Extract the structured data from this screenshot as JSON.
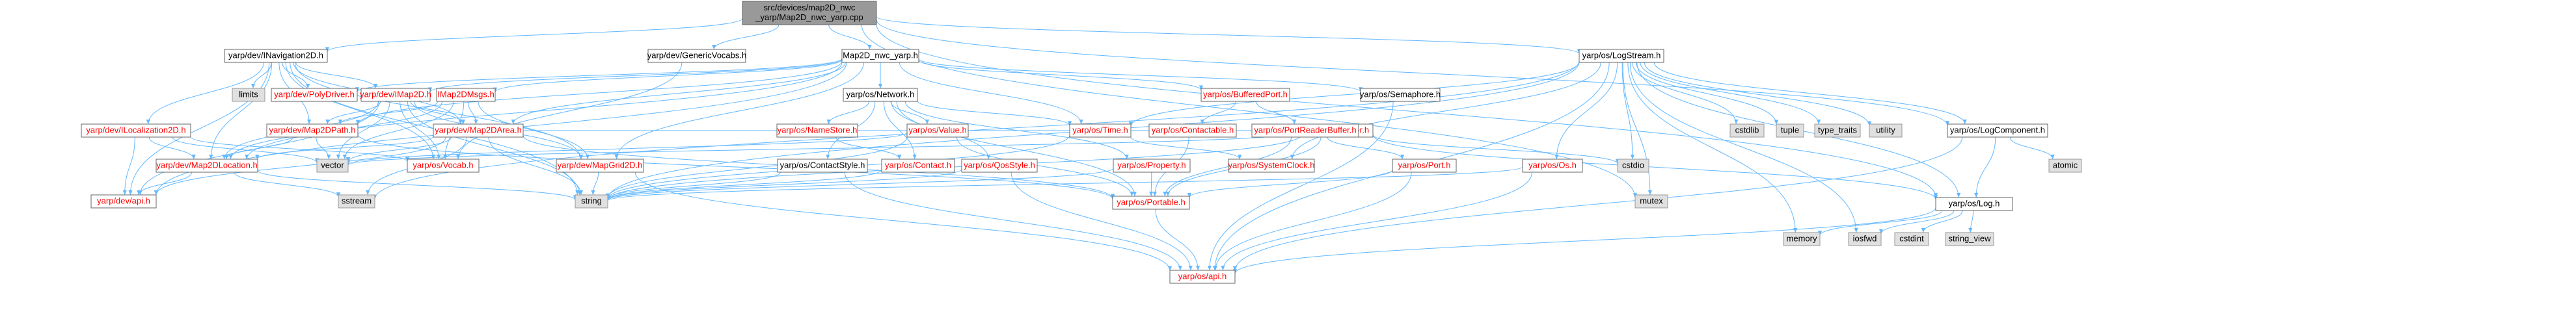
{
  "colors": {
    "edge": "#63b8ff",
    "root_fill": "#999999",
    "root_stroke": "#666666",
    "local_fill": "#ffffff",
    "local_stroke": "#666666",
    "red_text": "#ff0000",
    "black_text": "#000000",
    "external_fill": "#e0e0e0",
    "external_stroke": "#999999"
  },
  "nodes": [
    {
      "id": "root",
      "kind": "root",
      "label": [
        "src/devices/map2D_nwc",
        "_yarp/Map2D_nwc_yarp.cpp"
      ]
    },
    {
      "id": "inav",
      "kind": "local",
      "label": [
        "yarp/dev/INavigation2D.h"
      ]
    },
    {
      "id": "genvocabs",
      "kind": "local",
      "label": [
        "yarp/dev/GenericVocabs.h"
      ]
    },
    {
      "id": "map2dnwc",
      "kind": "local",
      "label": [
        "Map2D_nwc_yarp.h"
      ]
    },
    {
      "id": "logstream",
      "kind": "local",
      "label": [
        "yarp/os/LogStream.h"
      ]
    },
    {
      "id": "limits",
      "kind": "external",
      "label": [
        "limits"
      ]
    },
    {
      "id": "polydriver",
      "kind": "red",
      "label": [
        "yarp/dev/PolyDriver.h"
      ]
    },
    {
      "id": "imap2d",
      "kind": "red",
      "label": [
        "yarp/dev/IMap2D.h"
      ]
    },
    {
      "id": "imap2dmsgs",
      "kind": "red",
      "label": [
        "IMap2DMsgs.h"
      ]
    },
    {
      "id": "network",
      "kind": "local",
      "label": [
        "yarp/os/Network.h"
      ]
    },
    {
      "id": "bufferedport",
      "kind": "red",
      "label": [
        "yarp/os/BufferedPort.h"
      ]
    },
    {
      "id": "semaphore",
      "kind": "local",
      "label": [
        "yarp/os/Semaphore.h"
      ]
    },
    {
      "id": "ilocalization",
      "kind": "red",
      "label": [
        "yarp/dev/ILocalization2D.h"
      ]
    },
    {
      "id": "map2dpath",
      "kind": "red",
      "label": [
        "yarp/dev/Map2DPath.h"
      ]
    },
    {
      "id": "map2darea",
      "kind": "red",
      "label": [
        "yarp/dev/Map2DArea.h"
      ]
    },
    {
      "id": "namestore",
      "kind": "red",
      "label": [
        "yarp/os/NameStore.h"
      ]
    },
    {
      "id": "value",
      "kind": "red",
      "label": [
        "yarp/os/Value.h"
      ]
    },
    {
      "id": "time",
      "kind": "red",
      "label": [
        "yarp/os/Time.h"
      ]
    },
    {
      "id": "contactable",
      "kind": "red",
      "label": [
        "yarp/os/Contactable.h"
      ]
    },
    {
      "id": "sigvector",
      "kind": "red",
      "label": [
        "yarp/sig/Vector.h"
      ]
    },
    {
      "id": "portreaderbuffer",
      "kind": "red",
      "label": [
        "yarp/os/PortReaderBuffer.h"
      ]
    },
    {
      "id": "cstdlib",
      "kind": "external",
      "label": [
        "cstdlib"
      ]
    },
    {
      "id": "tuple",
      "kind": "external",
      "label": [
        "tuple"
      ]
    },
    {
      "id": "type_traits",
      "kind": "external",
      "label": [
        "type_traits"
      ]
    },
    {
      "id": "utility",
      "kind": "external",
      "label": [
        "utility"
      ]
    },
    {
      "id": "logcomponent",
      "kind": "local",
      "label": [
        "yarp/os/LogComponent.h"
      ]
    },
    {
      "id": "map2dlocation",
      "kind": "red",
      "label": [
        "yarp/dev/Map2DLocation.h"
      ]
    },
    {
      "id": "vector",
      "kind": "external",
      "label": [
        "vector"
      ]
    },
    {
      "id": "vocab",
      "kind": "red",
      "label": [
        "yarp/os/Vocab.h"
      ]
    },
    {
      "id": "mapgrid2d",
      "kind": "red",
      "label": [
        "yarp/dev/MapGrid2D.h"
      ]
    },
    {
      "id": "contactstyle",
      "kind": "local",
      "label": [
        "yarp/os/ContactStyle.h"
      ]
    },
    {
      "id": "contact",
      "kind": "red",
      "label": [
        "yarp/os/Contact.h"
      ]
    },
    {
      "id": "qosstyle",
      "kind": "red",
      "label": [
        "yarp/os/QosStyle.h"
      ]
    },
    {
      "id": "property",
      "kind": "red",
      "label": [
        "yarp/os/Property.h"
      ]
    },
    {
      "id": "systemclock",
      "kind": "red",
      "label": [
        "yarp/os/SystemClock.h"
      ]
    },
    {
      "id": "port",
      "kind": "red",
      "label": [
        "yarp/os/Port.h"
      ]
    },
    {
      "id": "cstdio",
      "kind": "external",
      "label": [
        "cstdio"
      ]
    },
    {
      "id": "os",
      "kind": "red",
      "label": [
        "yarp/os/Os.h"
      ]
    },
    {
      "id": "log",
      "kind": "local",
      "label": [
        "yarp/os/Log.h"
      ]
    },
    {
      "id": "atomic",
      "kind": "external",
      "label": [
        "atomic"
      ]
    },
    {
      "id": "devapi",
      "kind": "red",
      "label": [
        "yarp/dev/api.h"
      ]
    },
    {
      "id": "sstream",
      "kind": "external",
      "label": [
        "sstream"
      ]
    },
    {
      "id": "string",
      "kind": "external",
      "label": [
        "string"
      ]
    },
    {
      "id": "portable",
      "kind": "red",
      "label": [
        "yarp/os/Portable.h"
      ]
    },
    {
      "id": "mutex",
      "kind": "external",
      "label": [
        "mutex"
      ]
    },
    {
      "id": "memory",
      "kind": "external",
      "label": [
        "memory"
      ]
    },
    {
      "id": "iosfwd",
      "kind": "external",
      "label": [
        "iosfwd"
      ]
    },
    {
      "id": "cstdint",
      "kind": "external",
      "label": [
        "cstdint"
      ]
    },
    {
      "id": "string_view",
      "kind": "external",
      "label": [
        "string_view"
      ]
    },
    {
      "id": "osapi",
      "kind": "red",
      "label": [
        "yarp/os/api.h"
      ]
    }
  ],
  "edges": [
    [
      "root",
      "inav"
    ],
    [
      "root",
      "genvocabs"
    ],
    [
      "root",
      "map2dnwc"
    ],
    [
      "root",
      "logstream"
    ],
    [
      "root",
      "log"
    ],
    [
      "root",
      "logcomponent"
    ],
    [
      "root",
      "mutex"
    ],
    [
      "inav",
      "limits"
    ],
    [
      "inav",
      "polydriver"
    ],
    [
      "inav",
      "imap2d"
    ],
    [
      "inav",
      "ilocalization"
    ],
    [
      "inav",
      "map2dpath"
    ],
    [
      "inav",
      "map2darea"
    ],
    [
      "inav",
      "map2dlocation"
    ],
    [
      "inav",
      "mapgrid2d"
    ],
    [
      "inav",
      "vocab"
    ],
    [
      "inav",
      "devapi"
    ],
    [
      "inav",
      "string"
    ],
    [
      "genvocabs",
      "vocab"
    ],
    [
      "map2dnwc",
      "imap2d"
    ],
    [
      "map2dnwc",
      "imap2dmsgs"
    ],
    [
      "map2dnwc",
      "network"
    ],
    [
      "map2dnwc",
      "bufferedport"
    ],
    [
      "map2dnwc",
      "semaphore"
    ],
    [
      "map2dnwc",
      "time"
    ],
    [
      "map2dnwc",
      "polydriver"
    ],
    [
      "map2dnwc",
      "mapgrid2d"
    ],
    [
      "map2dnwc",
      "map2dlocation"
    ],
    [
      "map2dnwc",
      "map2darea"
    ],
    [
      "map2dnwc",
      "map2dpath"
    ],
    [
      "map2dnwc",
      "devapi"
    ],
    [
      "imap2d",
      "map2dpath"
    ],
    [
      "imap2d",
      "map2darea"
    ],
    [
      "imap2d",
      "map2dlocation"
    ],
    [
      "imap2d",
      "mapgrid2d"
    ],
    [
      "imap2d",
      "vector"
    ],
    [
      "imap2d",
      "devapi"
    ],
    [
      "imap2d",
      "string"
    ],
    [
      "imap2d",
      "vocab"
    ],
    [
      "imap2dmsgs",
      "map2darea"
    ],
    [
      "imap2dmsgs",
      "map2dlocation"
    ],
    [
      "imap2dmsgs",
      "mapgrid2d"
    ],
    [
      "imap2dmsgs",
      "map2dpath"
    ],
    [
      "imap2dmsgs",
      "vocab"
    ],
    [
      "imap2dmsgs",
      "vector"
    ],
    [
      "network",
      "contactstyle"
    ],
    [
      "network",
      "namestore"
    ],
    [
      "network",
      "value"
    ],
    [
      "network",
      "contact"
    ],
    [
      "network",
      "portable"
    ],
    [
      "network",
      "qosstyle"
    ],
    [
      "network",
      "time"
    ],
    [
      "network",
      "property"
    ],
    [
      "bufferedport",
      "contactable"
    ],
    [
      "bufferedport",
      "portreaderbuffer"
    ],
    [
      "semaphore",
      "osapi"
    ],
    [
      "ilocalization",
      "map2dlocation"
    ],
    [
      "ilocalization",
      "devapi"
    ],
    [
      "ilocalization",
      "vector"
    ],
    [
      "ilocalization",
      "vocab"
    ],
    [
      "map2dpath",
      "map2dlocation"
    ],
    [
      "map2dpath",
      "vector"
    ],
    [
      "map2dpath",
      "portable"
    ],
    [
      "map2darea",
      "map2dlocation"
    ],
    [
      "map2darea",
      "sigvector"
    ],
    [
      "map2darea",
      "string"
    ],
    [
      "map2darea",
      "vector"
    ],
    [
      "map2darea",
      "sstream"
    ],
    [
      "map2darea",
      "portable"
    ],
    [
      "map2darea",
      "devapi"
    ],
    [
      "namestore",
      "contact"
    ],
    [
      "value",
      "string"
    ],
    [
      "value",
      "vector"
    ],
    [
      "value",
      "portable"
    ],
    [
      "time",
      "string"
    ],
    [
      "time",
      "systemclock"
    ],
    [
      "contactable",
      "portable"
    ],
    [
      "sigvector",
      "vector"
    ],
    [
      "sigvector",
      "string"
    ],
    [
      "sigvector",
      "portable"
    ],
    [
      "sigvector",
      "cstdio"
    ],
    [
      "sigvector",
      "log"
    ],
    [
      "portreaderbuffer",
      "port"
    ],
    [
      "portreaderbuffer",
      "portable"
    ],
    [
      "logstream",
      "cstdlib"
    ],
    [
      "logstream",
      "tuple"
    ],
    [
      "logstream",
      "type_traits"
    ],
    [
      "logstream",
      "utility"
    ],
    [
      "logstream",
      "logcomponent"
    ],
    [
      "logstream",
      "log"
    ],
    [
      "logstream",
      "os"
    ],
    [
      "logstream",
      "systemclock"
    ],
    [
      "logstream",
      "time"
    ],
    [
      "logstream",
      "osapi"
    ],
    [
      "logstream",
      "sstream"
    ],
    [
      "logstream",
      "cstdio"
    ],
    [
      "logstream",
      "mutex"
    ],
    [
      "logstream",
      "iosfwd"
    ],
    [
      "logstream",
      "memory"
    ],
    [
      "logstream",
      "string"
    ],
    [
      "logcomponent",
      "atomic"
    ],
    [
      "logcomponent",
      "log"
    ],
    [
      "logcomponent",
      "osapi"
    ],
    [
      "map2dlocation",
      "devapi"
    ],
    [
      "map2dlocation",
      "sstream"
    ],
    [
      "map2dlocation",
      "string"
    ],
    [
      "mapgrid2d",
      "string"
    ],
    [
      "mapgrid2d",
      "osapi"
    ],
    [
      "contactstyle",
      "string"
    ],
    [
      "contactstyle",
      "osapi"
    ],
    [
      "contact",
      "string"
    ],
    [
      "qosstyle",
      "osapi"
    ],
    [
      "qosstyle",
      "string"
    ],
    [
      "property",
      "string"
    ],
    [
      "property",
      "portable"
    ],
    [
      "port",
      "osapi"
    ],
    [
      "port",
      "portable"
    ],
    [
      "os",
      "osapi"
    ],
    [
      "os",
      "string"
    ],
    [
      "portable",
      "osapi"
    ],
    [
      "log",
      "memory"
    ],
    [
      "log",
      "iosfwd"
    ],
    [
      "log",
      "cstdint"
    ],
    [
      "log",
      "string_view"
    ],
    [
      "log",
      "osapi"
    ]
  ]
}
